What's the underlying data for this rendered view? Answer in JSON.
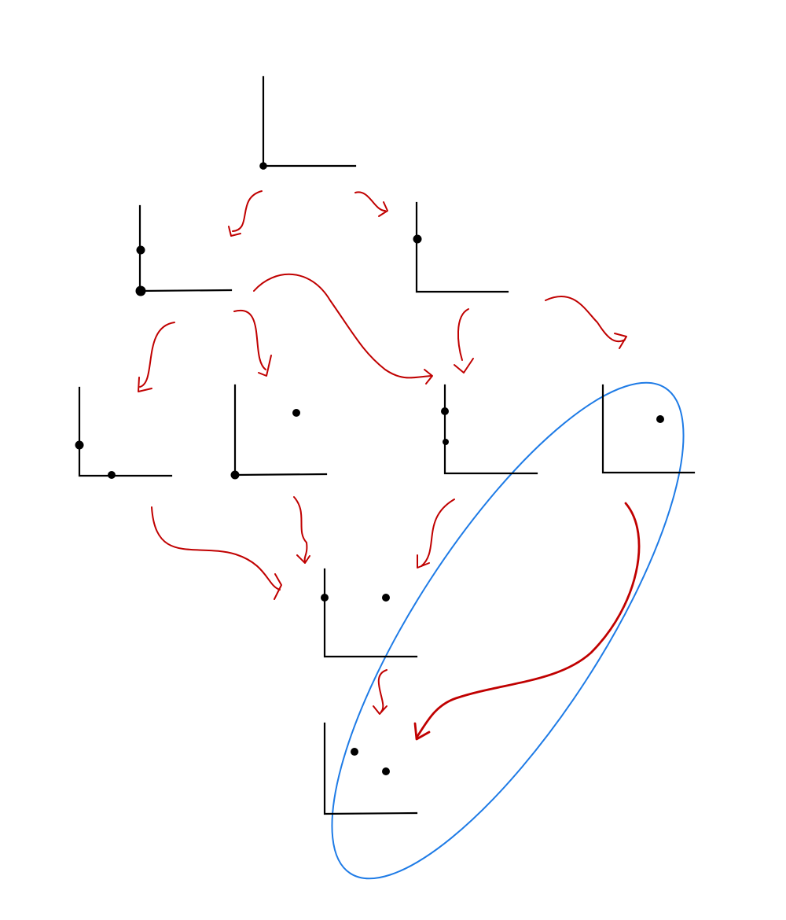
{
  "colors": {
    "background": "#ffffff",
    "axes": "#000000",
    "points": "#000000",
    "arrows": "#c00000",
    "highlight": "#1e7be6"
  },
  "icons": {
    "node": "axes-corner-icon",
    "point": "dot-icon",
    "arrow": "curved-arrow-icon",
    "highlight": "ellipse-outline-icon"
  },
  "nodes": [
    {
      "id": "n1",
      "level": 0,
      "points_on_vertical_axis": 0,
      "points_on_horizontal_axis": 0,
      "points_at_origin": 1,
      "points_in_interior": 0
    },
    {
      "id": "n2",
      "level": 1,
      "points_on_vertical_axis": 1,
      "points_on_horizontal_axis": 0,
      "points_at_origin": 1,
      "points_in_interior": 0
    },
    {
      "id": "n3",
      "level": 1,
      "points_on_vertical_axis": 1,
      "points_on_horizontal_axis": 0,
      "points_at_origin": 0,
      "points_in_interior": 0
    },
    {
      "id": "n4",
      "level": 2,
      "points_on_vertical_axis": 1,
      "points_on_horizontal_axis": 1,
      "points_at_origin": 0,
      "points_in_interior": 0
    },
    {
      "id": "n5",
      "level": 2,
      "points_on_vertical_axis": 0,
      "points_on_horizontal_axis": 0,
      "points_at_origin": 1,
      "points_in_interior": 1
    },
    {
      "id": "n6",
      "level": 2,
      "points_on_vertical_axis": 2,
      "points_on_horizontal_axis": 0,
      "points_at_origin": 0,
      "points_in_interior": 0
    },
    {
      "id": "n7",
      "level": 2,
      "points_on_vertical_axis": 0,
      "points_on_horizontal_axis": 0,
      "points_at_origin": 0,
      "points_in_interior": 1
    },
    {
      "id": "n8",
      "level": 3,
      "points_on_vertical_axis": 1,
      "points_on_horizontal_axis": 0,
      "points_at_origin": 0,
      "points_in_interior": 1
    },
    {
      "id": "n9",
      "level": 4,
      "points_on_vertical_axis": 0,
      "points_on_horizontal_axis": 0,
      "points_at_origin": 0,
      "points_in_interior": 2
    }
  ],
  "edges": [
    {
      "from": "n1",
      "to": "n2"
    },
    {
      "from": "n1",
      "to": "n3"
    },
    {
      "from": "n2",
      "to": "n4"
    },
    {
      "from": "n2",
      "to": "n5"
    },
    {
      "from": "n2",
      "to": "n6"
    },
    {
      "from": "n3",
      "to": "n6"
    },
    {
      "from": "n3",
      "to": "n7"
    },
    {
      "from": "n4",
      "to": "n8"
    },
    {
      "from": "n5",
      "to": "n8"
    },
    {
      "from": "n6",
      "to": "n8"
    },
    {
      "from": "n8",
      "to": "n9"
    },
    {
      "from": "n7",
      "to": "n9"
    }
  ],
  "highlighted_nodes": [
    "n7",
    "n9"
  ]
}
